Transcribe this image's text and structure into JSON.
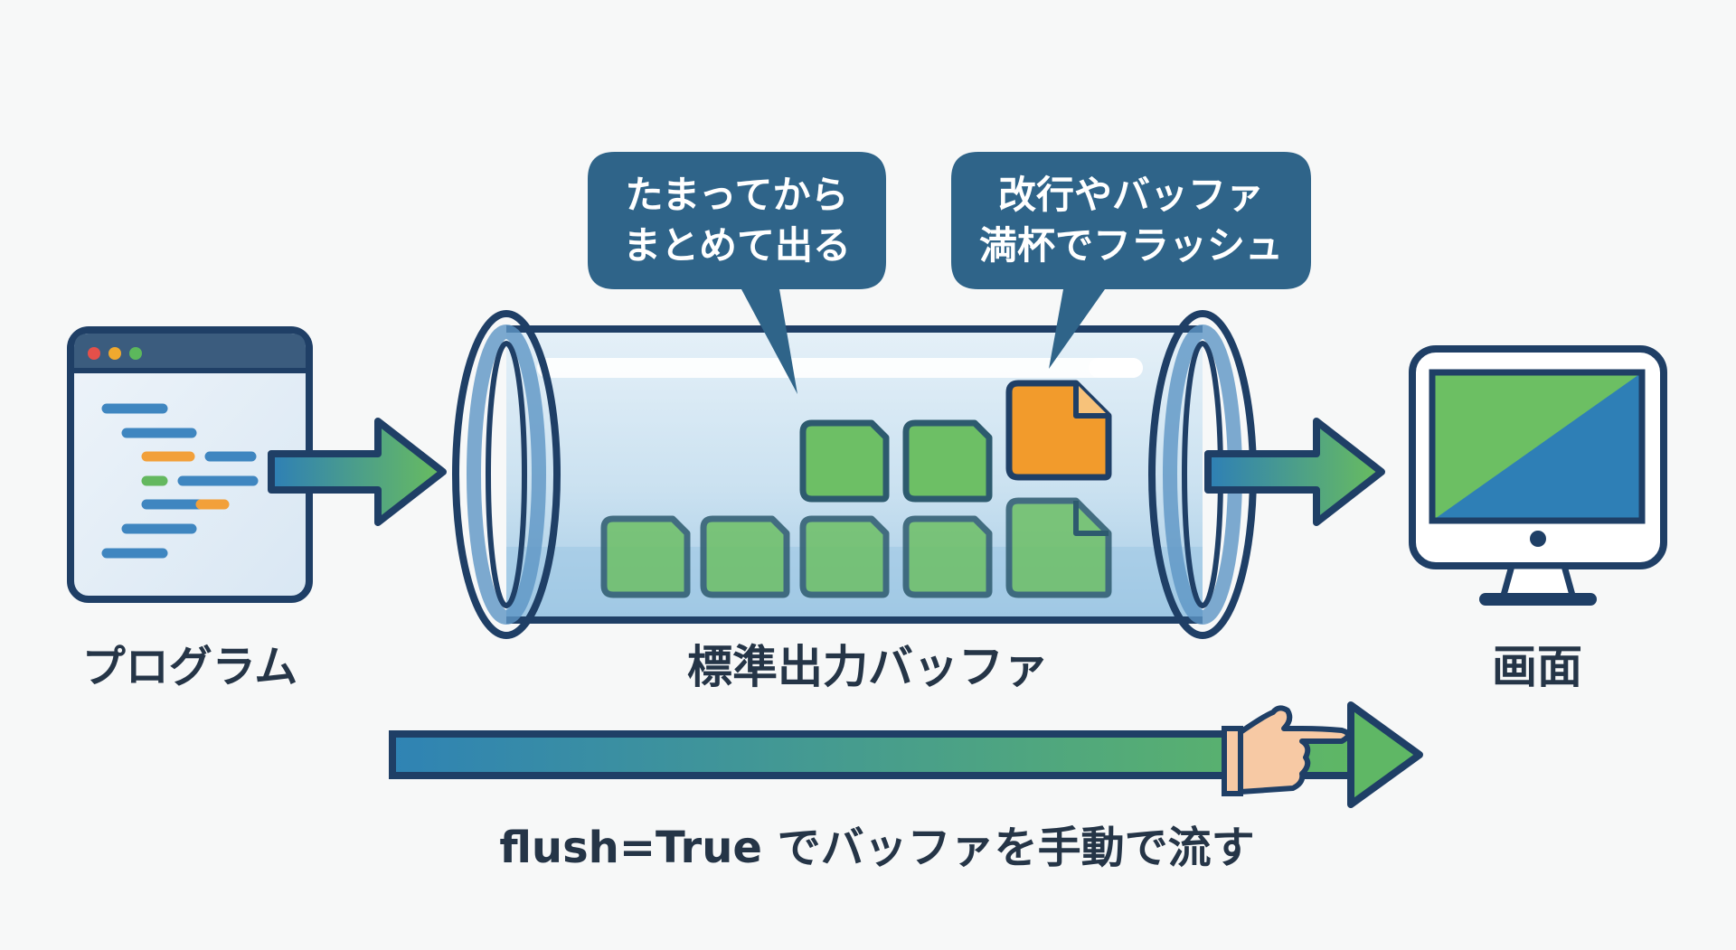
{
  "labels": {
    "program": "プログラム",
    "buffer": "標準出力バッファ",
    "screen": "画面",
    "flush": "flush=True でバッファを手動で流す"
  },
  "bubbles": {
    "left": [
      "たまってから",
      "まとめて出る"
    ],
    "right": [
      "改行やバッファ",
      "満杯でフラッシュ"
    ]
  },
  "icons": {
    "program": "code-editor-window-icon",
    "screen": "monitor-icon",
    "hand": "pointing-hand-icon",
    "data_block": "document-block-icon"
  },
  "colors": {
    "outline": "#1f3f66",
    "bubble": "#2f6489",
    "green": "#6cbf63",
    "orange": "#f29b2c",
    "blue": "#2e7fb6",
    "text": "#253547"
  }
}
